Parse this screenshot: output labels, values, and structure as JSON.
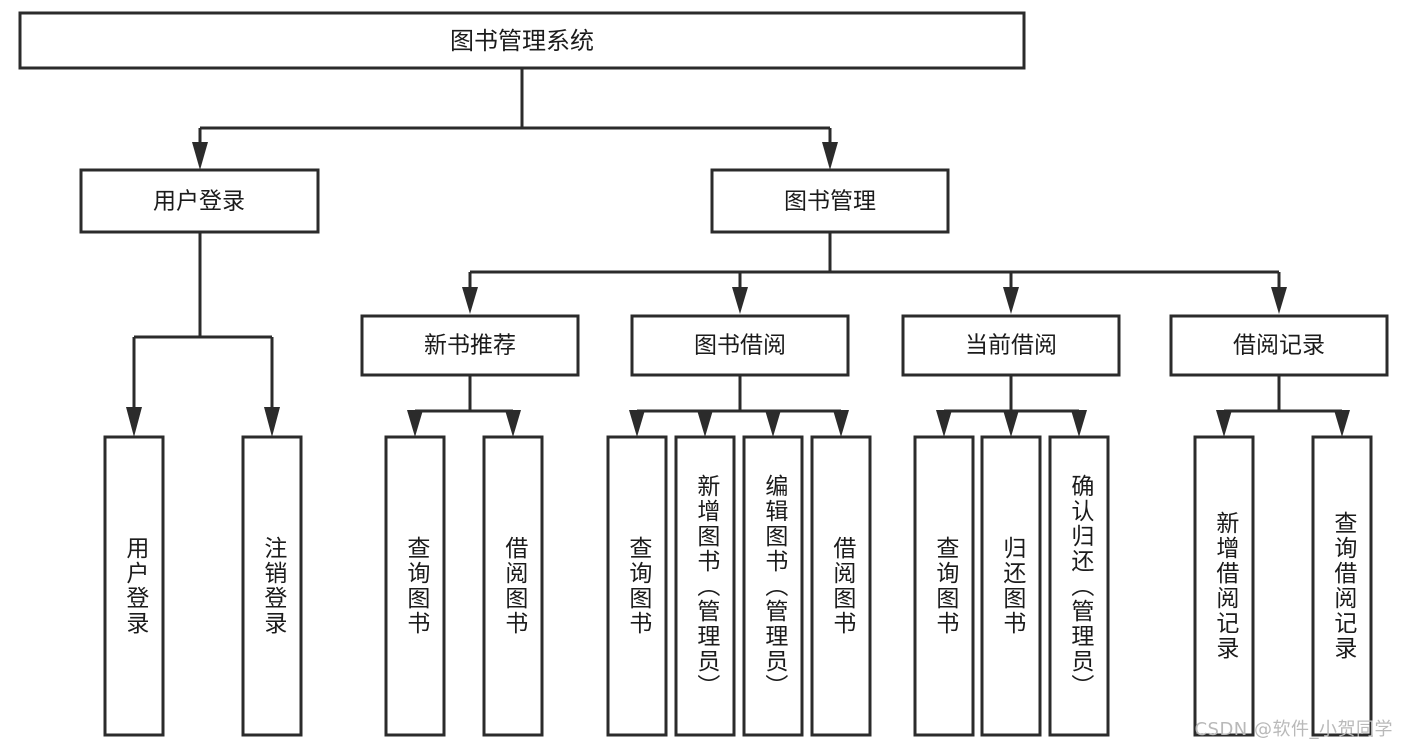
{
  "diagram": {
    "type": "tree-hierarchy-chart",
    "title": "图书管理系统",
    "orientation": "top-down",
    "colors": {
      "node_fill": "#ffffff",
      "node_stroke": "#2b2b2b",
      "edge": "#2b2b2b",
      "text": "#1b1b1b",
      "background": "#ffffff",
      "watermark": "#b9b9b9"
    },
    "root": {
      "label": "图书管理系统"
    },
    "level2": [
      {
        "label": "用户登录"
      },
      {
        "label": "图书管理"
      }
    ],
    "level3": [
      {
        "label": "新书推荐"
      },
      {
        "label": "图书借阅"
      },
      {
        "label": "当前借阅"
      },
      {
        "label": "借阅记录"
      }
    ],
    "leaves": {
      "user_login": [
        {
          "label": "用户登录"
        },
        {
          "label": "注销登录"
        }
      ],
      "new_book_recommend": [
        {
          "label": "查询图书"
        },
        {
          "label": "借阅图书"
        }
      ],
      "book_borrow": [
        {
          "label": "查询图书"
        },
        {
          "label": "新增图书（管理员）"
        },
        {
          "label": "编辑图书（管理员）"
        },
        {
          "label": "借阅图书"
        }
      ],
      "current_borrow": [
        {
          "label": "查询图书"
        },
        {
          "label": "归还图书"
        },
        {
          "label": "确认归还（管理员）"
        }
      ],
      "borrow_record": [
        {
          "label": "新增借阅记录"
        },
        {
          "label": "查询借阅记录"
        }
      ]
    }
  },
  "watermark": {
    "text": "CSDN @软件_小贺同学"
  }
}
